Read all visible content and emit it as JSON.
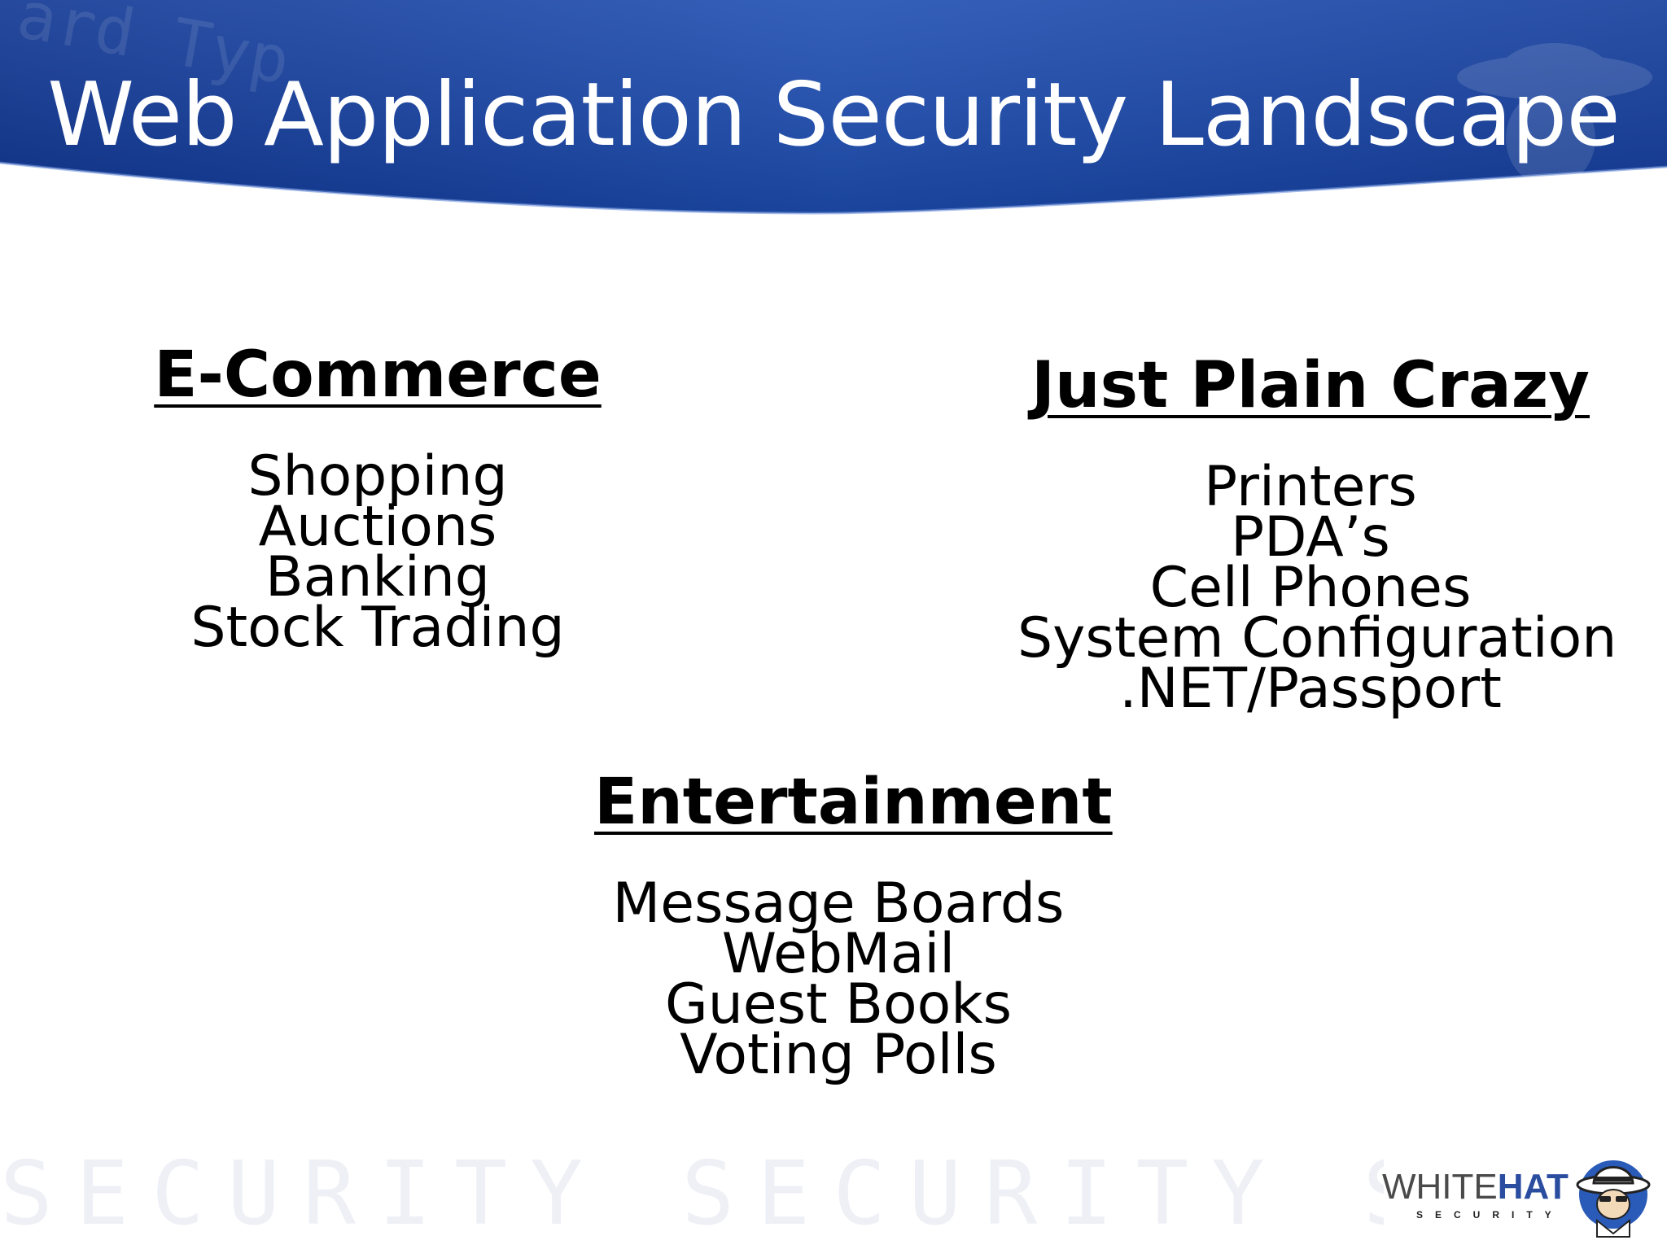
{
  "slide": {
    "title": "Web Application Security Landscape"
  },
  "sections": {
    "ecommerce": {
      "heading": "E-Commerce",
      "items": [
        "Shopping",
        "Auctions",
        "Banking",
        "Stock Trading"
      ]
    },
    "crazy": {
      "heading": "Just Plain Crazy",
      "items": [
        "Printers",
        "PDA’s",
        "Cell Phones",
        "System Configuration",
        ".NET/Passport"
      ]
    },
    "entertainment": {
      "heading": "Entertainment",
      "items": [
        "Message Boards",
        "WebMail",
        "Guest Books",
        "Voting Polls"
      ]
    }
  },
  "footer": {
    "watermark": "SECURITY SECURITY SECURITY SECURITY",
    "logo_white": "WHITE",
    "logo_hat": "HAT",
    "logo_sub": "SECURITY"
  },
  "colors": {
    "banner_dark": "#0b2d86",
    "banner_light": "#2f5fc4",
    "text": "#000000"
  },
  "icons": {
    "logo_mascot": "hat-spy-mascot-icon"
  }
}
